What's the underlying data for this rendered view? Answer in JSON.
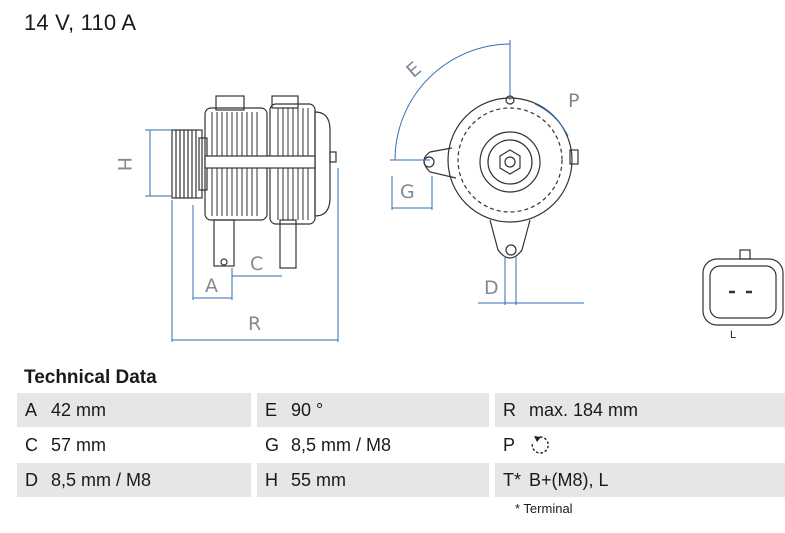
{
  "header": {
    "title": "14 V, 110 A"
  },
  "drawing": {
    "labels": {
      "H": "H",
      "A": "A",
      "C": "C",
      "R": "R",
      "E": "E",
      "P": "P",
      "G": "G",
      "D": "D",
      "L": "L"
    }
  },
  "technical": {
    "title": "Technical Data",
    "rows": [
      [
        {
          "key": "A",
          "value": "42 mm"
        },
        {
          "key": "E",
          "value": "90 °"
        },
        {
          "key": "R",
          "value": "max. 184 mm"
        }
      ],
      [
        {
          "key": "C",
          "value": "57 mm"
        },
        {
          "key": "G",
          "value": "8,5 mm / M8"
        },
        {
          "key": "P",
          "value": ""
        }
      ],
      [
        {
          "key": "D",
          "value": "8,5 mm / M8"
        },
        {
          "key": "H",
          "value": "55 mm"
        },
        {
          "key": "T*",
          "value": "B+(M8), L"
        }
      ]
    ],
    "footnote": "* Terminal",
    "rotation_icon": "clockwise-rotation-icon"
  }
}
